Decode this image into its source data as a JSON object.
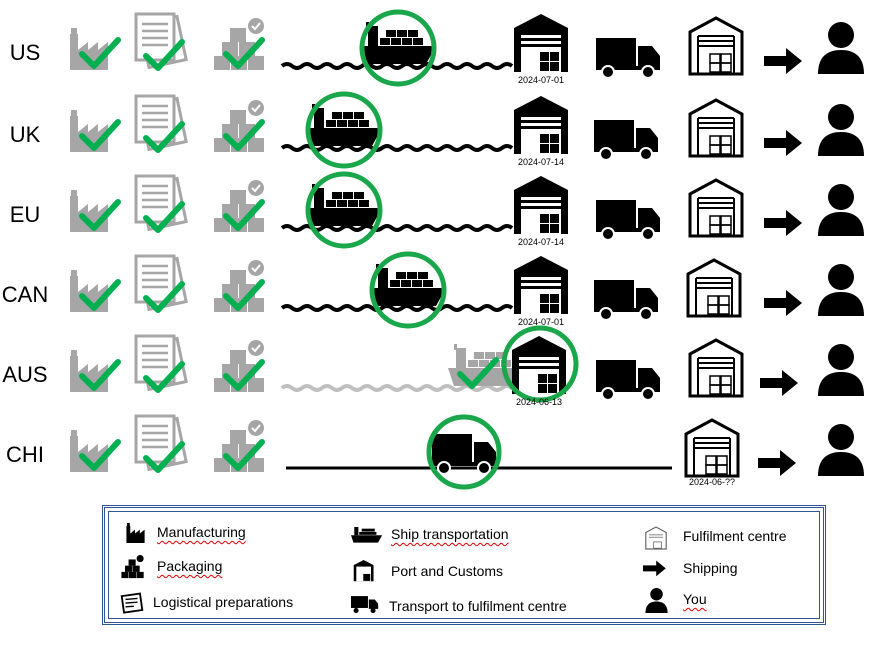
{
  "rows": [
    {
      "label": "US",
      "transport": "ship",
      "ship_faded": false,
      "highlight": "ship",
      "date": "2024-07-01"
    },
    {
      "label": "UK",
      "transport": "ship",
      "ship_faded": false,
      "highlight": "ship",
      "date": "2024-07-14"
    },
    {
      "label": "EU",
      "transport": "ship",
      "ship_faded": false,
      "highlight": "ship",
      "date": "2024-07-14"
    },
    {
      "label": "CAN",
      "transport": "ship",
      "ship_faded": false,
      "highlight": "ship",
      "date": "2024-07-01"
    },
    {
      "label": "AUS",
      "transport": "ship",
      "ship_faded": true,
      "highlight": "port",
      "date": "2024-06-13"
    },
    {
      "label": "CHI",
      "transport": "truck",
      "ship_faded": false,
      "highlight": "truck",
      "date": "2024-06-??"
    }
  ],
  "legend": {
    "manufacturing": "Manufacturing",
    "packaging": "Packaging",
    "logistical": "Logistical preparations",
    "ship": "Ship transportation",
    "port": "Port and Customs",
    "transport": "Transport to fulfilment centre",
    "fulfilment": "Fulfilment centre",
    "shipping": "Shipping",
    "you": "You"
  },
  "colors": {
    "check": "#00b050",
    "ring": "#1aa64a",
    "grey": "#a6a6a6",
    "black": "#000000",
    "legend_border": "#2f5597"
  },
  "icons": [
    "factory-icon",
    "document-icon",
    "boxes-icon",
    "ship-icon",
    "warehouse-icon",
    "truck-icon",
    "fulfilment-centre-icon",
    "arrow-right-icon",
    "person-icon",
    "checkmark-icon"
  ]
}
